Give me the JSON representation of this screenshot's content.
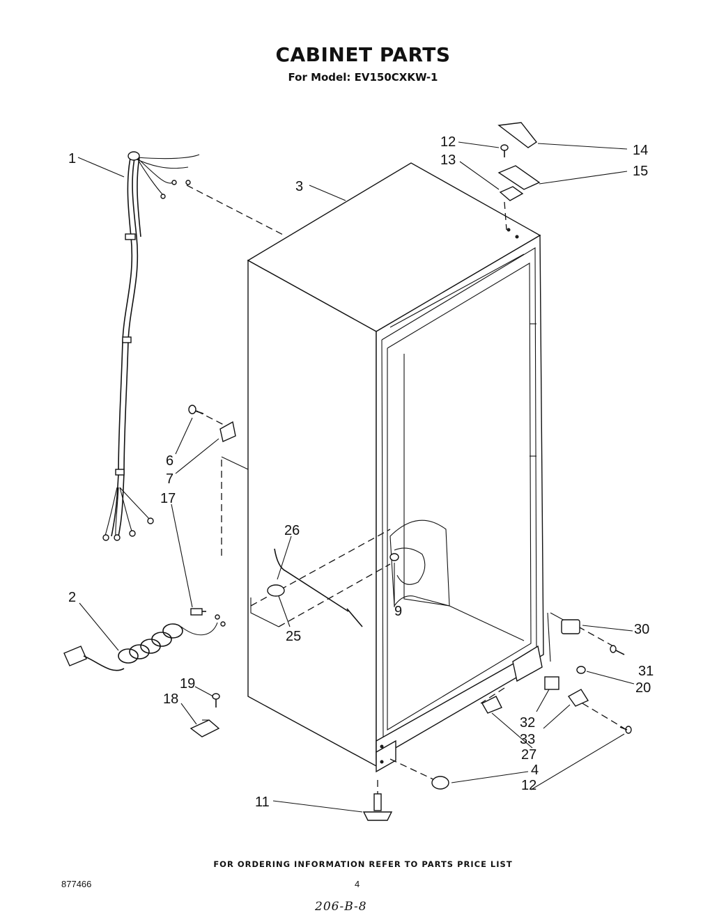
{
  "header": {
    "title": "CABINET PARTS",
    "subtitle": "For Model: EV150CXKW-1"
  },
  "footer": {
    "ordering_note": "FOR ORDERING INFORMATION REFER TO PARTS PRICE LIST",
    "doc_number": "877466",
    "page_number": "4",
    "handwritten_note": "206-B-8"
  },
  "callouts": {
    "c1": "1",
    "c2": "2",
    "c3": "3",
    "c4": "4",
    "c6": "6",
    "c7": "7",
    "c9": "9",
    "c11": "11",
    "c12a": "12",
    "c12b": "12",
    "c13": "13",
    "c14": "14",
    "c15": "15",
    "c17": "17",
    "c18": "18",
    "c19": "19",
    "c20": "20",
    "c25": "25",
    "c26": "26",
    "c27": "27",
    "c30": "30",
    "c31": "31",
    "c32": "32",
    "c33": "33"
  }
}
